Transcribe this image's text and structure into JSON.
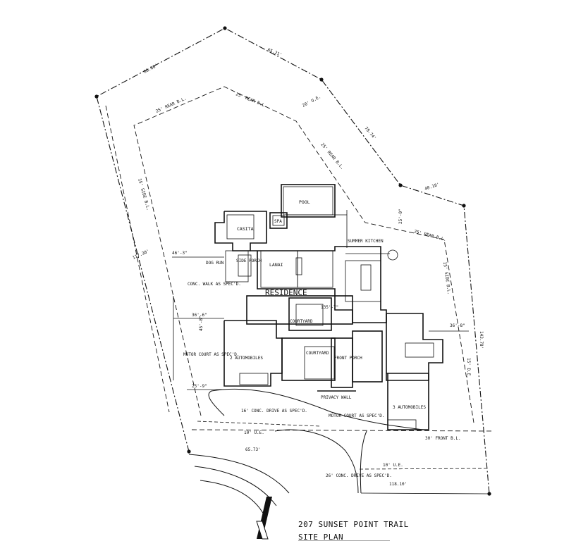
{
  "title": {
    "address": "207 SUNSET POINT TRAIL",
    "sheet": "SITE PLAN"
  },
  "rooms": {
    "pool": "POOL",
    "spa": "SPA",
    "casita": "CASITA",
    "lanai": "LANAI",
    "residence": "RESIDENCE",
    "courtyard_upper": "COURTYARD",
    "courtyard_lower": "COURTYARD",
    "summer_kitchen": "SUMMER KITCHEN",
    "dog_run": "DOG RUN",
    "side_porch": "SIDE PORCH",
    "front_porch": "FRONT PORCH",
    "garage_left": "2 AUTOMOBILES",
    "garage_right": "3 AUTOMOBILES",
    "privacy_wall": "PRIVACY WALL"
  },
  "site_notes": {
    "conc_walk": "CONC. WALK AS SPEC'D.",
    "motor_court_left": "MOTOR COURT AS SPEC'D.",
    "motor_court_center": "MOTOR COURT AS SPEC'D.",
    "conc_drive_upper": "16' CONC. DRIVE AS SPEC'D.",
    "conc_drive_lower": "26' CONC. DRIVE AS SPEC'D."
  },
  "dimensions": {
    "rear_bl_1": "25' REAR B.L.",
    "rear_bl_2": "25' REAR B.L.",
    "rear_bl_3": "25' REAR B.L.",
    "rear_bl_4": "25' REAR B.L.",
    "ue_rear": "20' U.E.",
    "side_bl_left": "15' SIDE B.L.",
    "side_bl_right": "15' SIDE B.L.",
    "front_bl": "30' FRONT B.L.",
    "ue_front_left": "10' U.E.",
    "ue_front_right": "10' U.E.",
    "de_right": "15' D.E.",
    "bnd_1": "86.86'",
    "bnd_2": "65.21'",
    "bnd_3": "78.74'",
    "bnd_4": "40.18'",
    "bnd_5": "143.78'",
    "bnd_6": "117.30'",
    "bnd_7": "65.73'",
    "bnd_8": "118.10'",
    "d_casita": "46'-3\"",
    "d_residence_left": "36'-6\"",
    "d_residence_depth": "45'-8\"",
    "d_court": "135'-7\"",
    "d_right": "36'-8\"",
    "d_motor": "25'-9\"",
    "d_kitchen": "25'-0\""
  }
}
